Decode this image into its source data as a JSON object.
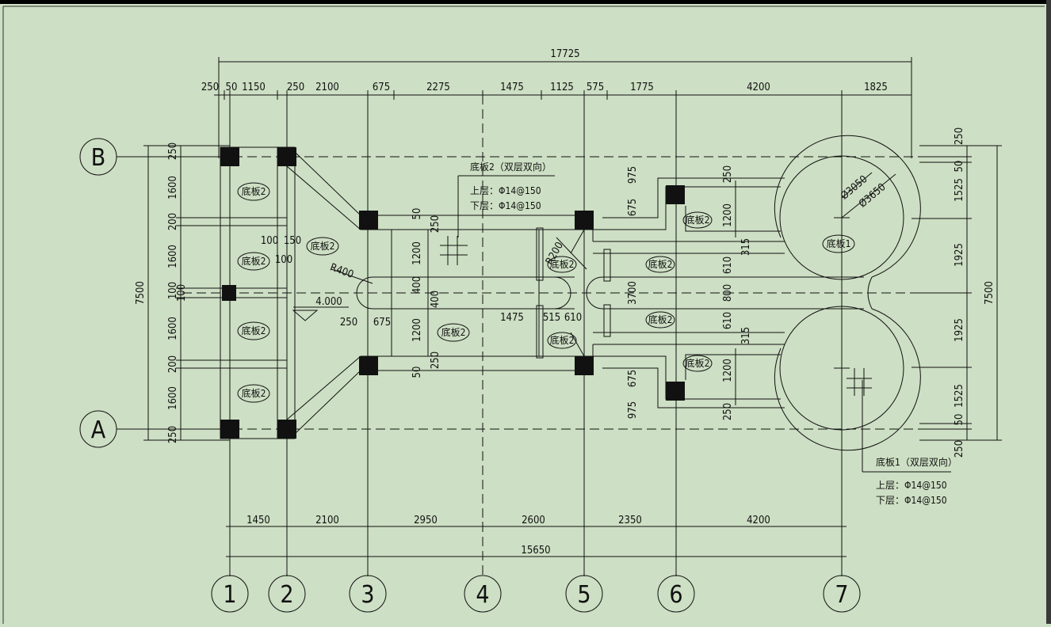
{
  "drawing": {
    "overall_top": "17725",
    "overall_bottom": "15650",
    "top_segments": [
      "250",
      "50",
      "1150",
      "250",
      "2100",
      "675",
      "2275",
      "1475",
      "1125",
      "575",
      "1775",
      "4200",
      "1825"
    ],
    "bottom_segments": [
      "1450",
      "2100",
      "2950",
      "2600",
      "2350",
      "4200"
    ],
    "left_overall": "7500",
    "right_overall": "7500",
    "left_segments": [
      "250",
      "1600",
      "200",
      "1600",
      "100",
      "100",
      "1600",
      "200",
      "1600",
      "250"
    ],
    "right_segments": [
      "250",
      "1525",
      "50",
      "1925",
      "1925",
      "50",
      "1525",
      "250"
    ],
    "axis_rows": [
      "B",
      "A"
    ],
    "axis_cols": [
      "1",
      "2",
      "3",
      "4",
      "5",
      "6",
      "7"
    ],
    "slab_tag": "底板2",
    "slab_tag_circle": "底板1",
    "note2_title": "底板2（双层双向）",
    "note2_top": "上层：Φ14@150",
    "note2_bottom": "下层：Φ14@150",
    "note1_title": "底板1（双层双向）",
    "note1_top": "上层：Φ14@150",
    "note1_bottom": "下层：Φ14@150",
    "radius_r400": "R400",
    "radius_r200": "R200",
    "dia_3050": "Ø3050",
    "dia_3650": "Ø3650",
    "elevation": "4.000",
    "inner_dims": {
      "d100": "100",
      "d150": "150",
      "d50": "50",
      "d250": "250",
      "d1200": "1200",
      "d400": "400",
      "d675": "675",
      "d975": "975",
      "d315": "315",
      "d610": "610",
      "d800": "800",
      "d3700": "3700",
      "d1475": "1475",
      "d515": "515",
      "d1200b": "1200"
    }
  }
}
